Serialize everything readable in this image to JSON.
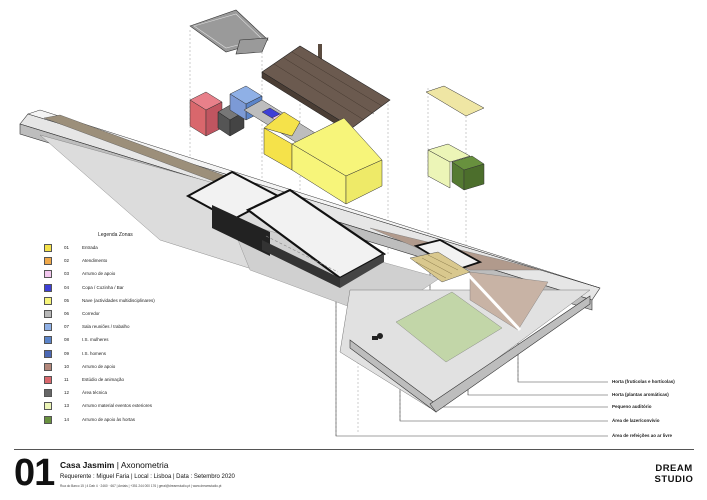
{
  "legend": {
    "title": "Legenda Zonas",
    "items": [
      {
        "num": "01",
        "label": "Entrada",
        "color": "#f5e24a"
      },
      {
        "num": "02",
        "label": "Atendimento",
        "color": "#f0a94a"
      },
      {
        "num": "03",
        "label": "Arrumo de apoio",
        "color": "#f2c7ee"
      },
      {
        "num": "04",
        "label": "Copa / Cozinha / Bar",
        "color": "#3d3fd6"
      },
      {
        "num": "05",
        "label": "Nave (actividades multidisciplinares)",
        "color": "#f7f57a"
      },
      {
        "num": "06",
        "label": "Corredor",
        "color": "#b8b8b8"
      },
      {
        "num": "07",
        "label": "Sala reuniões / trabalho",
        "color": "#8fb0e6"
      },
      {
        "num": "08",
        "label": "I.S. mulheres",
        "color": "#5b84c9"
      },
      {
        "num": "09",
        "label": "I.S. homens",
        "color": "#4b68b5"
      },
      {
        "num": "10",
        "label": "Arrumo de apoio",
        "color": "#b3877a"
      },
      {
        "num": "11",
        "label": "Estúdio de animação",
        "color": "#d9676c"
      },
      {
        "num": "12",
        "label": "Área técnica",
        "color": "#666666"
      },
      {
        "num": "13",
        "label": "Arrumo material eventos exteriores",
        "color": "#ecf5b7"
      },
      {
        "num": "14",
        "label": "Arrumo de apoio às hortas",
        "color": "#68913e"
      }
    ]
  },
  "callouts": [
    "Horta (frutícolas e hortícolas)",
    "Horta (plantas aromáticas)",
    "Pequeno auditório",
    "Área de lazer/convívio",
    "Área de refeições ao ar livre"
  ],
  "footer": {
    "sheet_number": "01",
    "project_name": "Casa Jasmim",
    "sheet_title": "Axonometria",
    "requerente": "Requerente : Miguel Faria | Local : Lisboa | Data : Setembro 2020",
    "address": "Rua do Barco 15 | 4 Dab 4 · 2460 · 667 | Amiais | +351 244 000 176 | geral@dreamstudio.pt | www.dreamstudio.pt",
    "logo_line1": "DREAM",
    "logo_line2": "STUDIO"
  }
}
